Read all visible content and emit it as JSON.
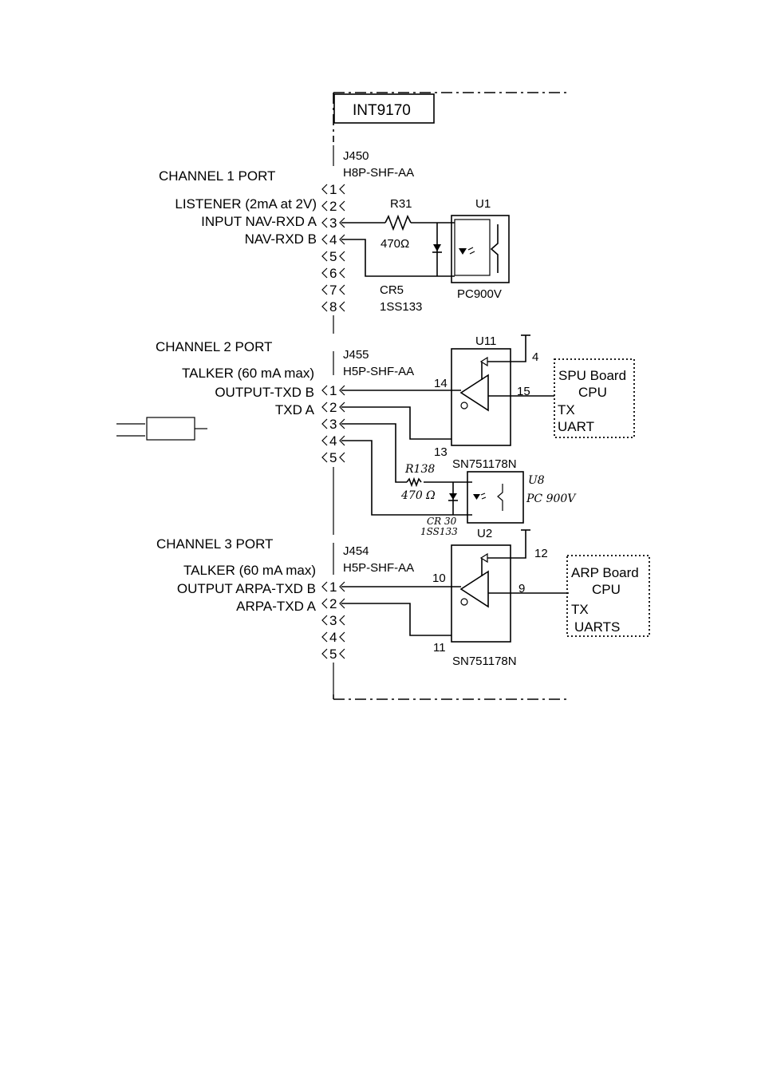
{
  "module": {
    "title": "INT9170"
  },
  "channel1": {
    "port_label": "CHANNEL 1 PORT",
    "connector": "J450",
    "connector_type": "H8P-SHF-AA",
    "role": "LISTENER (2mA at 2V)",
    "pin_labels": [
      "INPUT NAV-RXD A",
      "NAV-RXD B"
    ],
    "pins": [
      "1",
      "2",
      "3",
      "4",
      "5",
      "6",
      "7",
      "8"
    ],
    "resistor": {
      "ref": "R31",
      "value": "470Ω"
    },
    "diode": {
      "ref": "CR5",
      "part": "1SS133"
    },
    "optocoupler": {
      "ref": "U1",
      "part": "PC900V"
    }
  },
  "channel2": {
    "port_label": "CHANNEL 2 PORT",
    "connector": "J455",
    "connector_type": "H5P-SHF-AA",
    "role": "TALKER (60 mA max)",
    "pin_labels": [
      "OUTPUT-TXD B",
      "TXD A"
    ],
    "pins": [
      "1",
      "2",
      "3",
      "4",
      "5"
    ],
    "driver": {
      "ref": "U11",
      "part": "SN751178N",
      "pins": [
        "4",
        "14",
        "15",
        "13"
      ]
    },
    "board": {
      "line1": "SPU Board",
      "line2": "CPU",
      "line3": "TX",
      "line4": "UART"
    },
    "handwritten": {
      "resistor_ref": "R138",
      "resistor_value": "470 Ω",
      "diode_ref": "CR 30",
      "diode_part": "1SS133",
      "opto_ref": "U8",
      "opto_part": "PC 900V"
    }
  },
  "channel3": {
    "port_label": "CHANNEL 3 PORT",
    "connector": "J454",
    "connector_type": "H5P-SHF-AA",
    "role": "TALKER (60 mA max)",
    "pin_labels": [
      "OUTPUT ARPA-TXD B",
      "ARPA-TXD A"
    ],
    "pins": [
      "1",
      "2",
      "3",
      "4",
      "5"
    ],
    "driver": {
      "ref": "U2",
      "part": "SN751178N",
      "pins": [
        "12",
        "10",
        "9",
        "11"
      ]
    },
    "board": {
      "line1": "ARP Board",
      "line2": "CPU",
      "line3": "TX",
      "line4": "UARTS"
    }
  }
}
